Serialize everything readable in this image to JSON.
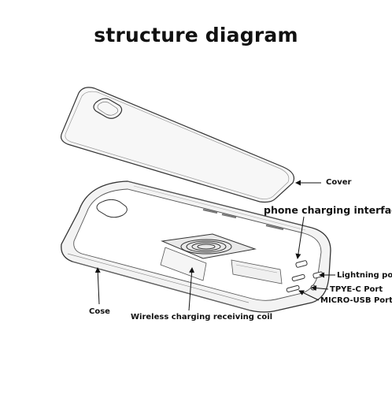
{
  "title": "structure diagram",
  "labels": {
    "cover": "Cover",
    "phone_charging_interface": "phone charging interface",
    "lightning_port": "Lightning port",
    "type_c_port": "TPYE-C Port",
    "micro_usb_port": "MICRO-USB Port",
    "case": "Cose",
    "wireless_coil": "Wireless charging receiving coil"
  }
}
